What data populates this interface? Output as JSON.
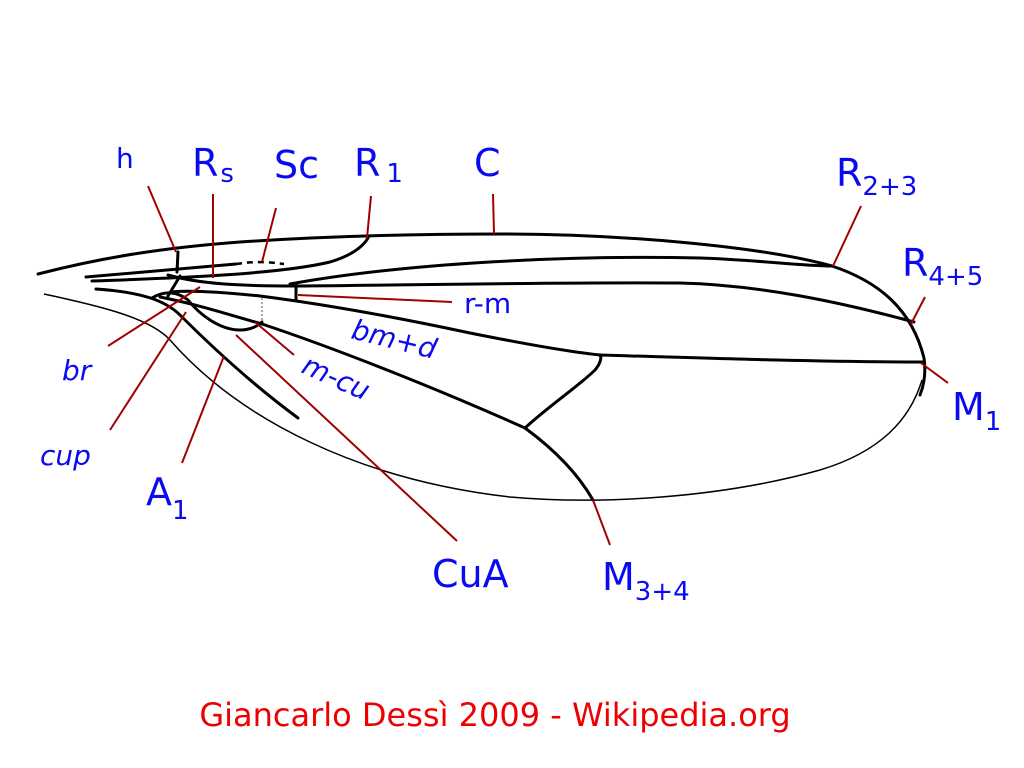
{
  "diagram": {
    "subject": "Insect wing venation",
    "labels": {
      "h": "h",
      "rs": {
        "main": "R",
        "sub": "s"
      },
      "sc": "Sc",
      "r1": {
        "main": "R",
        "sub": "1"
      },
      "c": "C",
      "r23": {
        "main": "R",
        "sub": "2+3"
      },
      "r45": {
        "main": "R",
        "sub": "4+5"
      },
      "rm": "r-m",
      "bmd": "bm+d",
      "mcu": "m-cu",
      "m1": {
        "main": "M",
        "sub": "1"
      },
      "br": "br",
      "cup": "cup",
      "a1": {
        "main": "A",
        "sub": "1"
      },
      "cua": "CuA",
      "m34": {
        "main": "M",
        "sub": "3+4"
      }
    },
    "colors": {
      "label": "#0a0af0",
      "leader": "#a00000",
      "vein": "#000000",
      "credit": "#ee0000"
    }
  },
  "credit": "Giancarlo Dessì 2009 - Wikipedia.org"
}
